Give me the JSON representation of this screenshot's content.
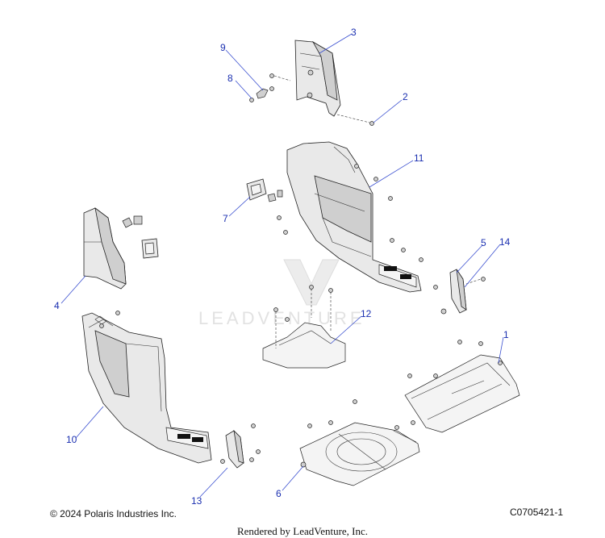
{
  "callouts": [
    {
      "label": "1"
    },
    {
      "label": "2"
    },
    {
      "label": "3"
    },
    {
      "label": "4"
    },
    {
      "label": "5"
    },
    {
      "label": "6"
    },
    {
      "label": "7"
    },
    {
      "label": "8"
    },
    {
      "label": "9"
    },
    {
      "label": "10"
    },
    {
      "label": "11"
    },
    {
      "label": "12"
    },
    {
      "label": "13"
    },
    {
      "label": "14"
    }
  ],
  "watermark": {
    "text": "LEADVENTURE"
  },
  "footer": {
    "copyright": "© 2024 Polaris Industries Inc.",
    "diagram_code": "C0705421-1",
    "rendered_by": "Rendered by LeadVenture, Inc."
  },
  "colors": {
    "callout": "#1a2fb0",
    "line": "#222222"
  }
}
